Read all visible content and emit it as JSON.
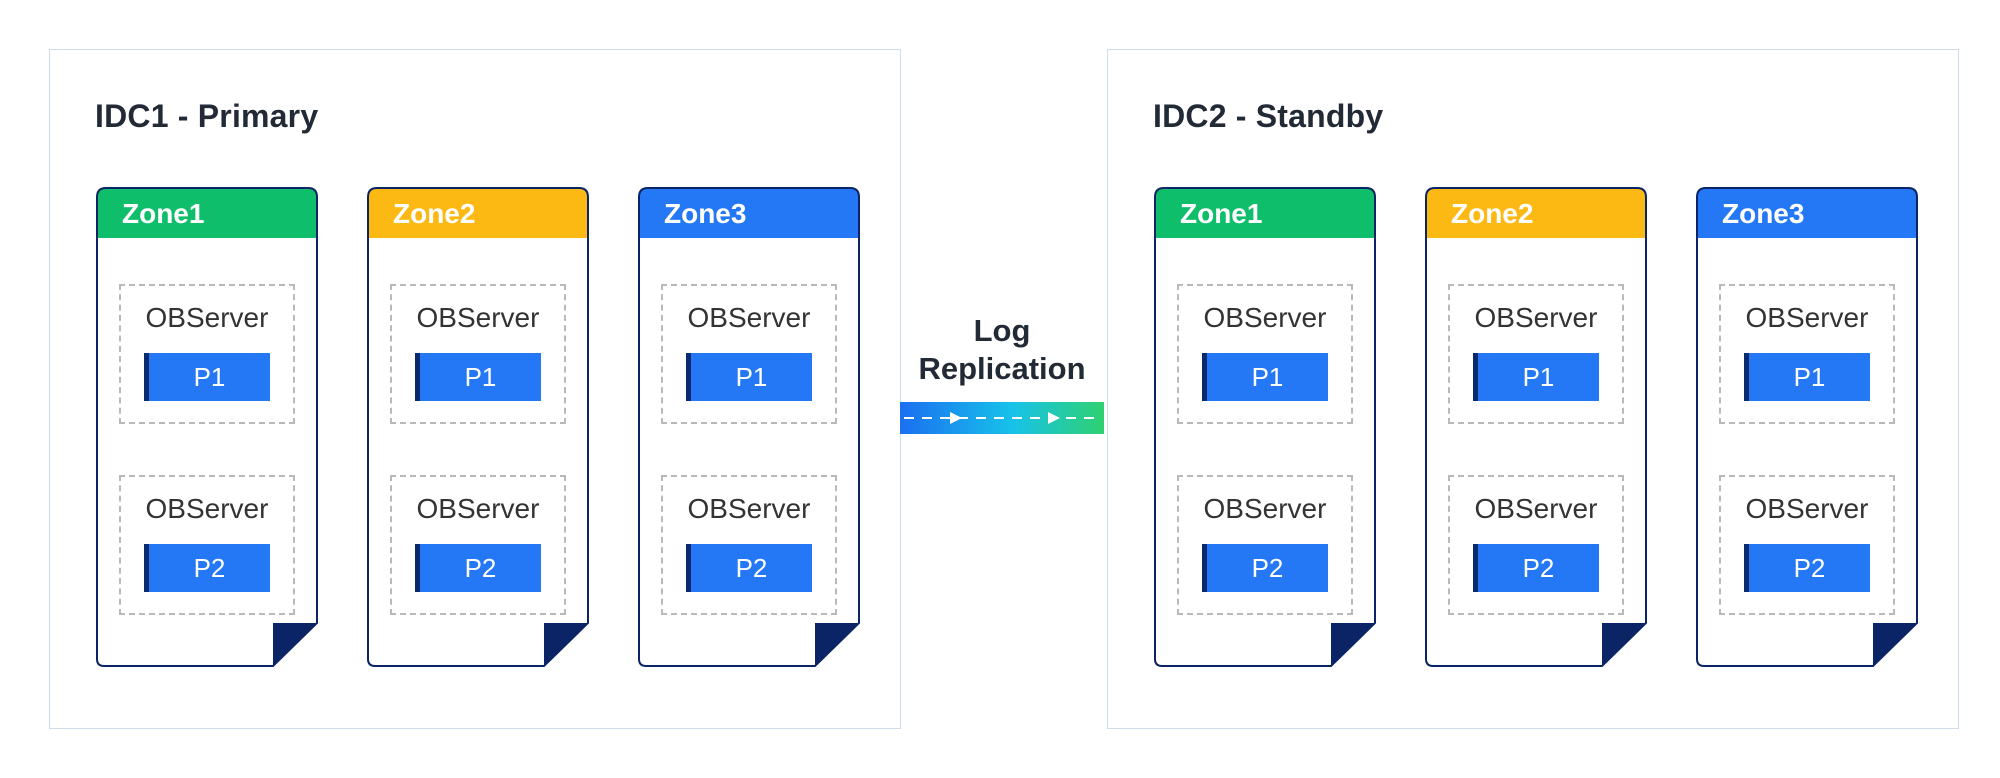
{
  "replication": {
    "label": "Log Replication"
  },
  "idcs": [
    {
      "title": "IDC1 - Primary",
      "zones": [
        {
          "name": "Zone1",
          "color": "#0fbe6a",
          "servers": [
            {
              "label": "OBServer",
              "partition": "P1"
            },
            {
              "label": "OBServer",
              "partition": "P2"
            }
          ]
        },
        {
          "name": "Zone2",
          "color": "#fdb913",
          "servers": [
            {
              "label": "OBServer",
              "partition": "P1"
            },
            {
              "label": "OBServer",
              "partition": "P2"
            }
          ]
        },
        {
          "name": "Zone3",
          "color": "#2478f5",
          "servers": [
            {
              "label": "OBServer",
              "partition": "P1"
            },
            {
              "label": "OBServer",
              "partition": "P2"
            }
          ]
        }
      ]
    },
    {
      "title": "IDC2 - Standby",
      "zones": [
        {
          "name": "Zone1",
          "color": "#0fbe6a",
          "servers": [
            {
              "label": "OBServer",
              "partition": "P1"
            },
            {
              "label": "OBServer",
              "partition": "P2"
            }
          ]
        },
        {
          "name": "Zone2",
          "color": "#fdb913",
          "servers": [
            {
              "label": "OBServer",
              "partition": "P1"
            },
            {
              "label": "OBServer",
              "partition": "P2"
            }
          ]
        },
        {
          "name": "Zone3",
          "color": "#2478f5",
          "servers": [
            {
              "label": "OBServer",
              "partition": "P1"
            },
            {
              "label": "OBServer",
              "partition": "P2"
            }
          ]
        }
      ]
    }
  ]
}
